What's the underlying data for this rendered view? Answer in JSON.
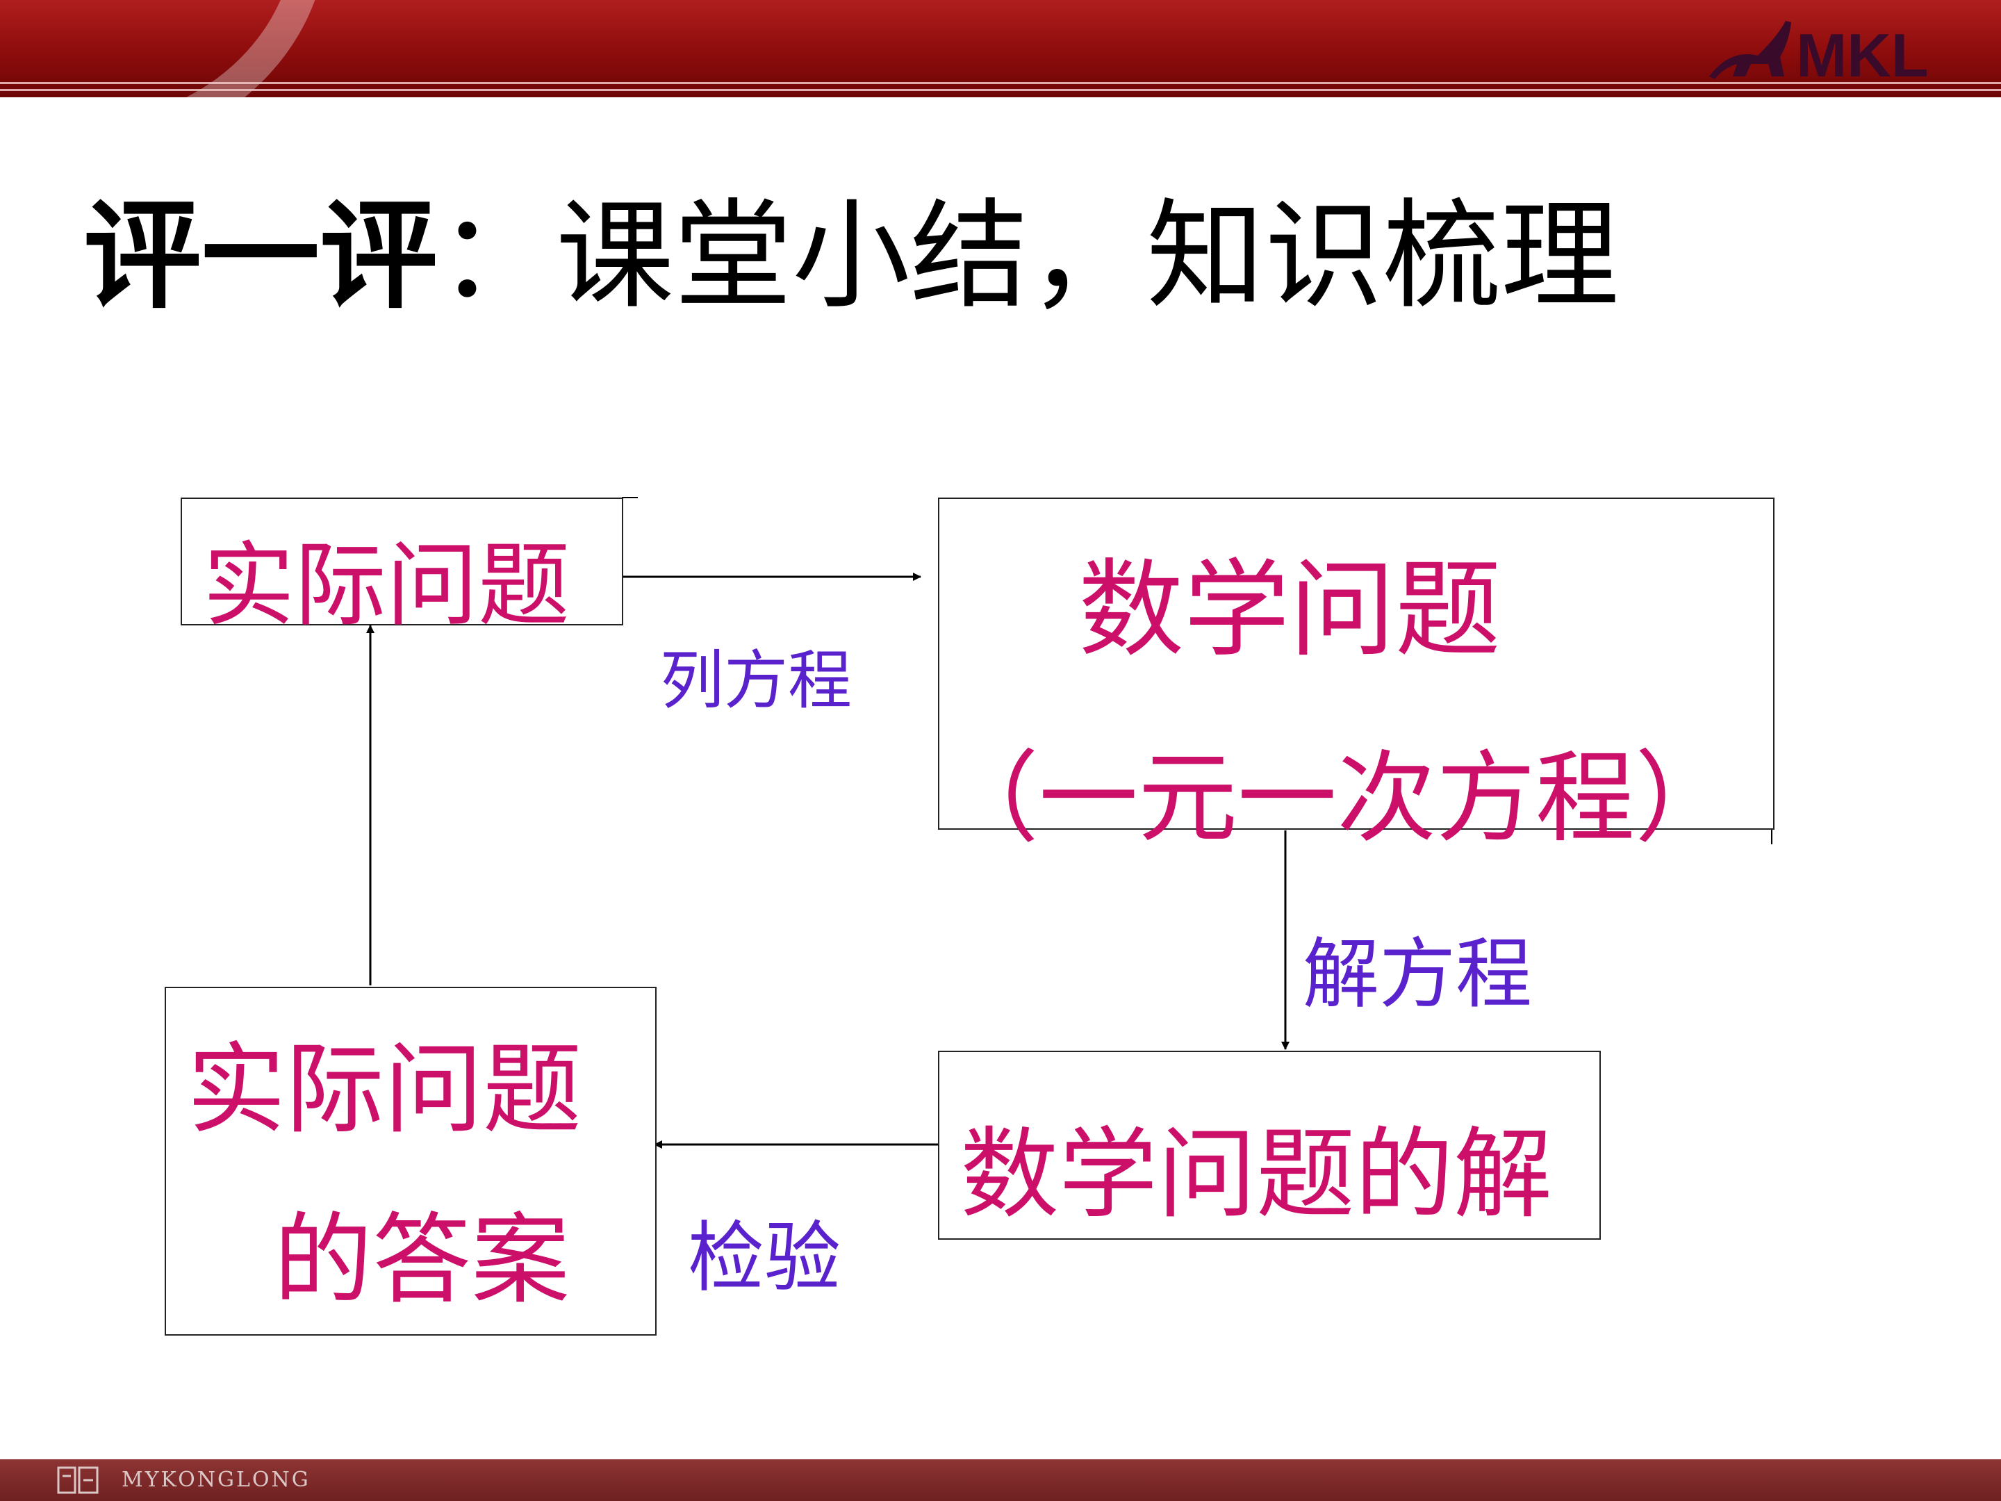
{
  "header": {
    "logo_text": "MKL"
  },
  "footer": {
    "brand": "MYKONGLONG"
  },
  "title": {
    "part1": "评一评",
    "separator": "：",
    "part2": "课堂小结，知识梳理"
  },
  "diagram": {
    "nodes": {
      "real_problem": "实际问题",
      "math_problem": "数学问题",
      "math_problem_sub": "（一元一次方程）",
      "math_solution": "数学问题的解",
      "answer_line1": "实际问题",
      "answer_line2": "的答案"
    },
    "edges": {
      "formulate": "列方程",
      "solve": "解方程",
      "check": "检验"
    }
  },
  "colors": {
    "node_text": "#cc1069",
    "edge_label": "#5a22cc",
    "header_band": "#8d0c0c"
  }
}
